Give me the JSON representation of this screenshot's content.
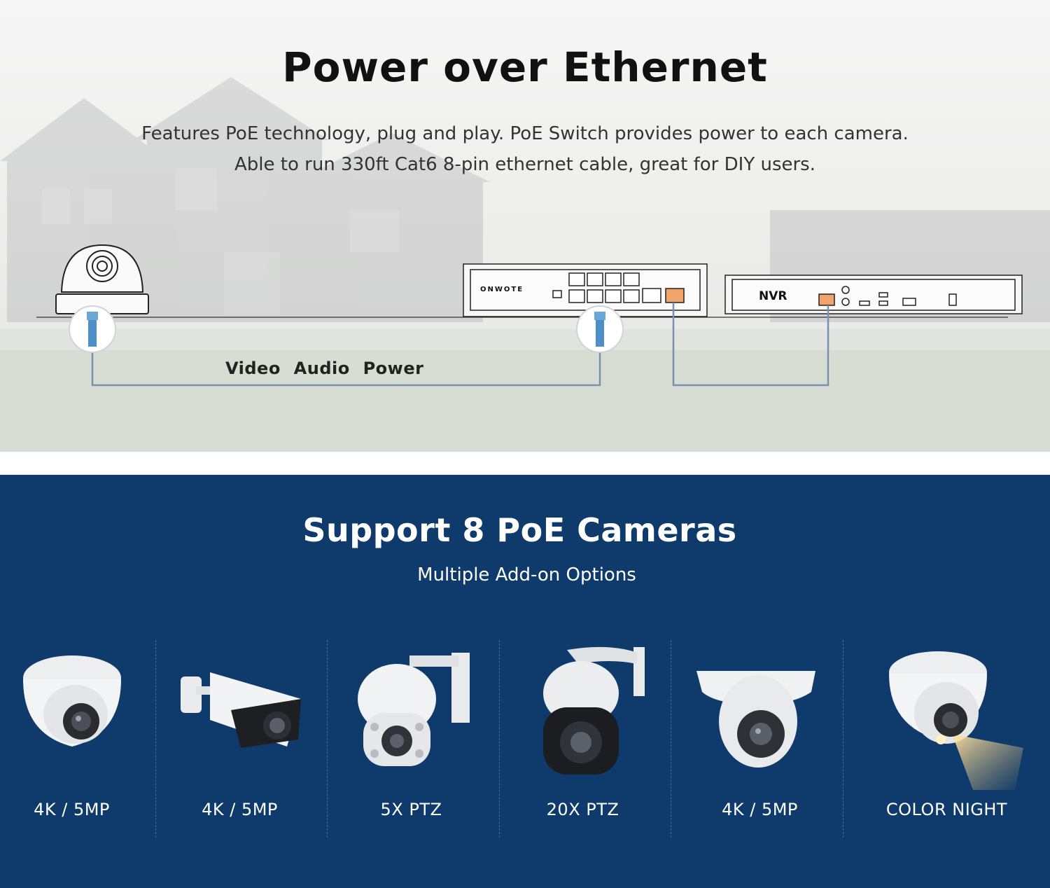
{
  "poe": {
    "title": "Power over Ethernet",
    "desc_line1": "Features PoE technology, plug and play. PoE Switch provides power to each camera.",
    "desc_line2": "Able to run 330ft Cat6 8-pin ethernet cable, great for DIY users.",
    "connection_label": "Video  Audio  Power",
    "switch_brand": "ONWOTE",
    "nvr_label": "NVR",
    "cable_color": "#7b8fb0",
    "port_highlight": "#f0a46b"
  },
  "support": {
    "title": "Support 8 PoE Cameras",
    "subtitle": "Multiple Add-on Options",
    "background": "#0e3b6b",
    "cameras": [
      {
        "label": "4K / 5MP",
        "icon": "turret-camera-icon"
      },
      {
        "label": "4K / 5MP",
        "icon": "bullet-camera-icon"
      },
      {
        "label": "5X PTZ",
        "icon": "ptz-camera-icon"
      },
      {
        "label": "20X PTZ",
        "icon": "ptz-camera-black-icon"
      },
      {
        "label": "4K / 5MP",
        "icon": "dome-camera-icon"
      },
      {
        "label": "COLOR NIGHT",
        "icon": "color-night-turret-icon"
      }
    ]
  }
}
